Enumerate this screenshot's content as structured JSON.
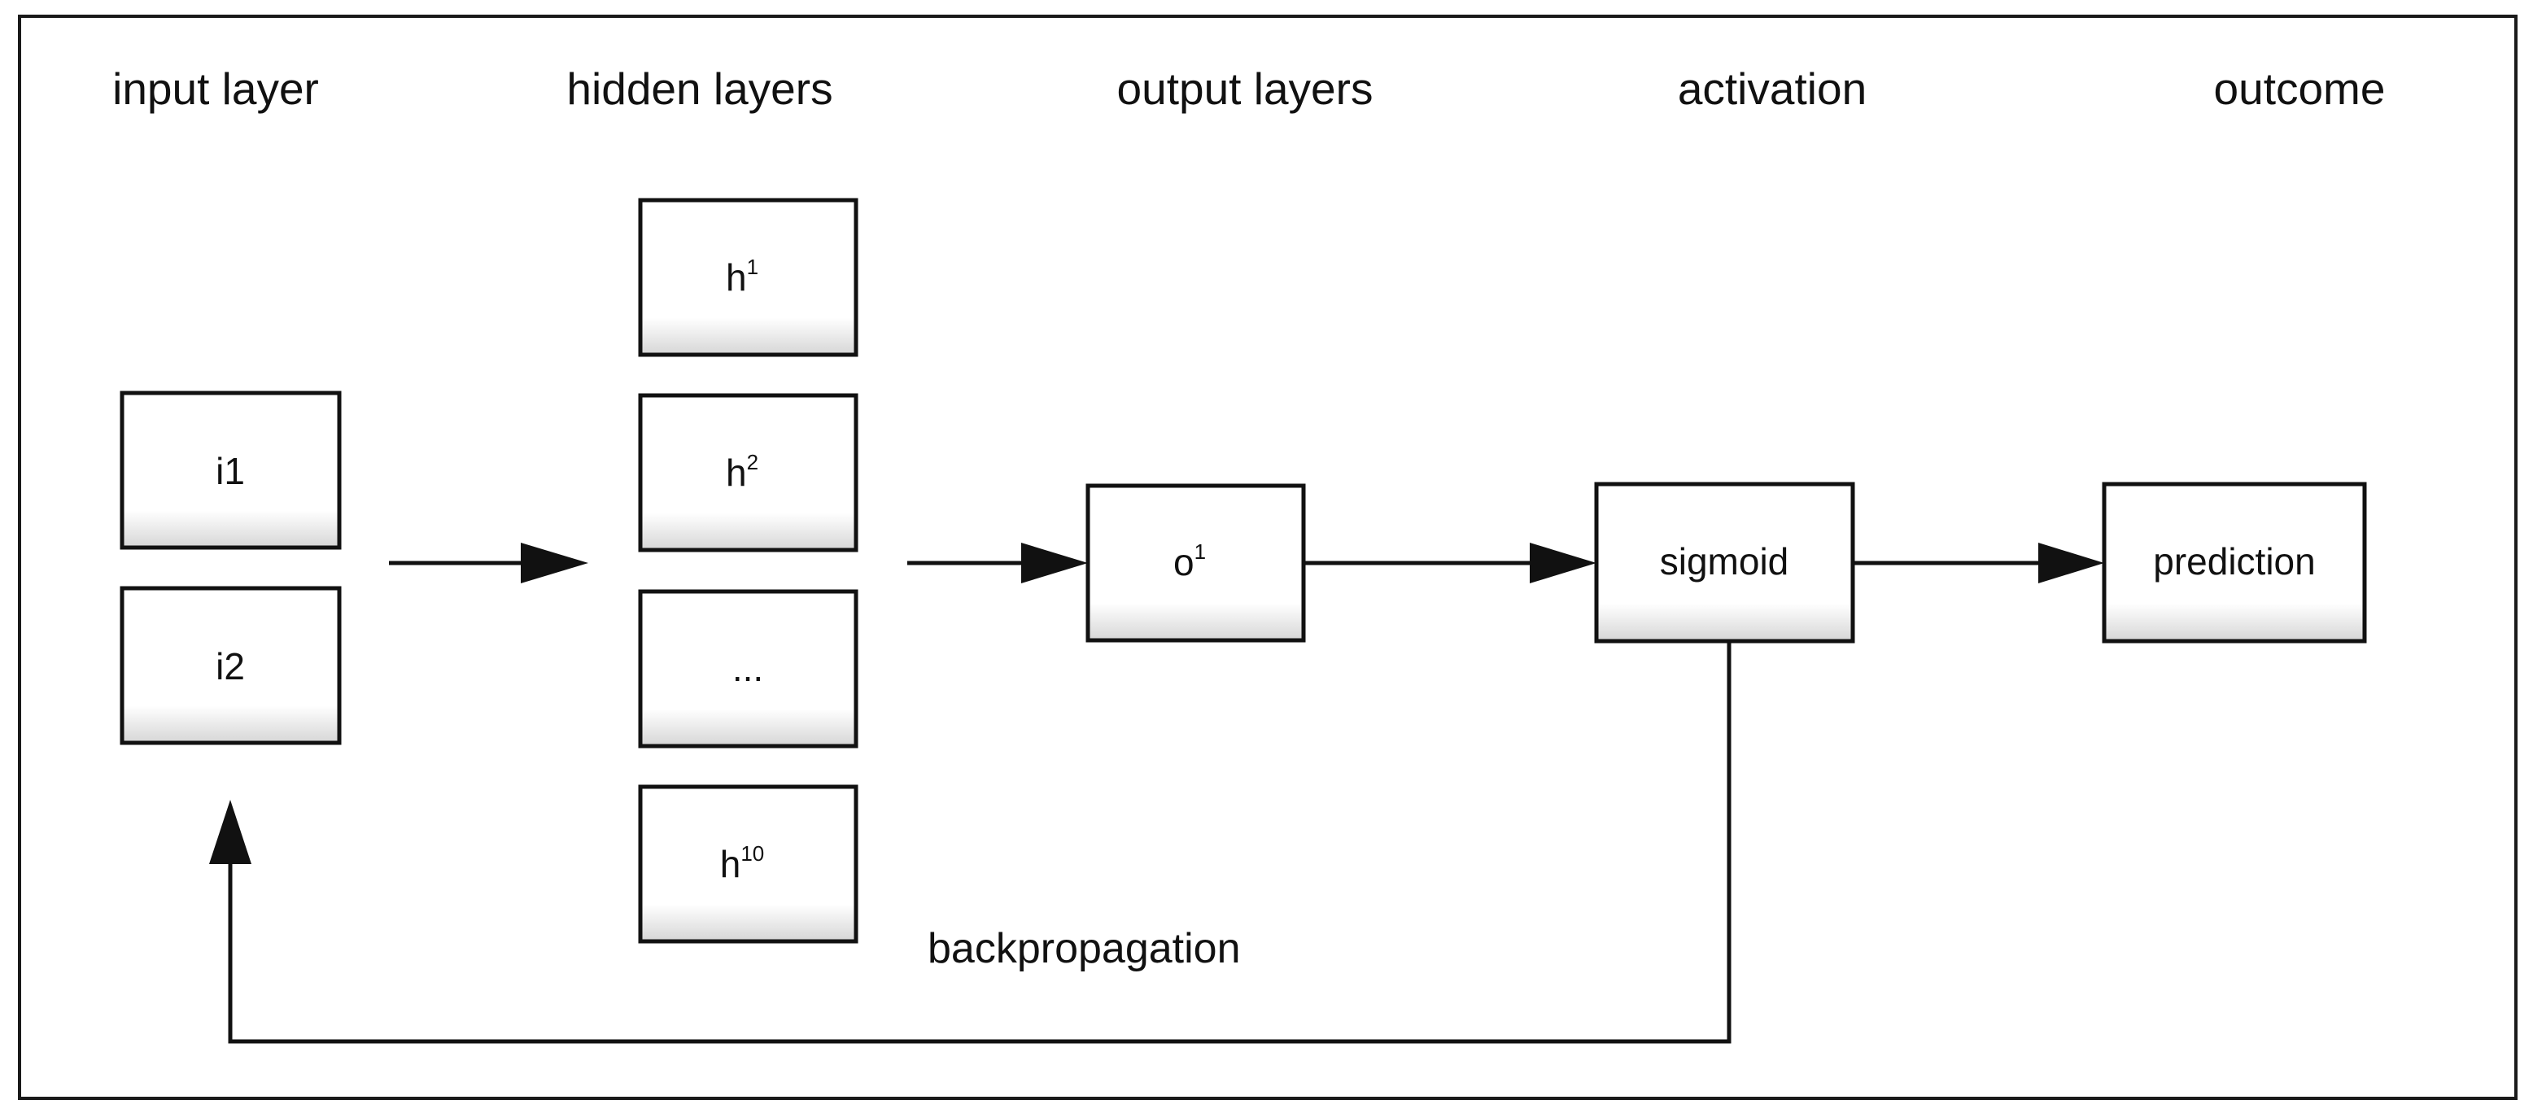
{
  "columns": {
    "input": "input layer",
    "hidden": "hidden layers",
    "output": "output layers",
    "activation": "activation",
    "outcome": "outcome"
  },
  "nodes": {
    "i1": "i1",
    "i2": "i2",
    "h1": {
      "base": "h",
      "sup": "1"
    },
    "h2": {
      "base": "h",
      "sup": "2"
    },
    "ellipsis": "...",
    "h10": {
      "base": "h",
      "sup": "10"
    },
    "o1": {
      "base": "o",
      "sup": "1"
    },
    "sigmoid": "sigmoid",
    "prediction": "prediction"
  },
  "feedback_label": "backpropagation",
  "colors": {
    "stroke": "#111111",
    "box_fill_top": "#ffffff",
    "box_fill_bottom": "#dcdcdc"
  }
}
